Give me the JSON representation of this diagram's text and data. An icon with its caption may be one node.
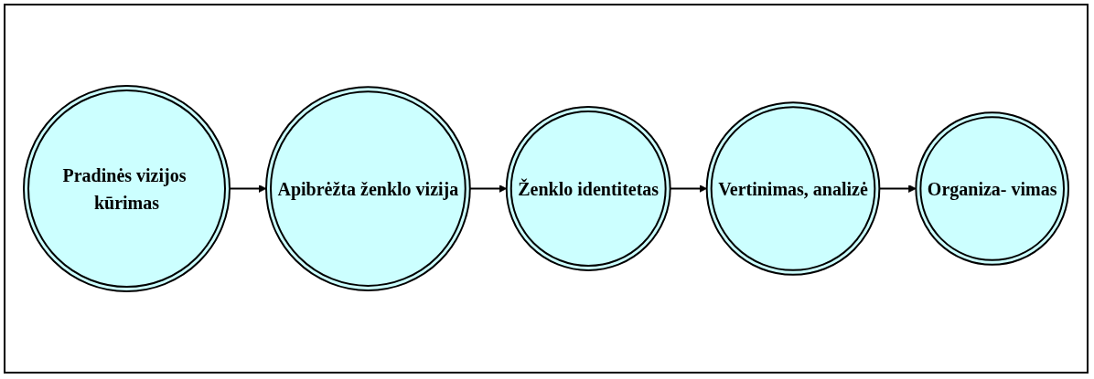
{
  "diagram": {
    "nodes": [
      {
        "text": [
          "Pradinės vizijos kūrimas"
        ]
      },
      {
        "text": [
          "Apibrėžta ženklo vizija"
        ]
      },
      {
        "text": [
          "Ženklo identitetas"
        ]
      },
      {
        "text": [
          "Vertinimas, analizė"
        ]
      },
      {
        "text": [
          "Organiza- vimas"
        ]
      }
    ],
    "edges": [
      {
        "from": 0,
        "to": 1,
        "arrow": "to"
      },
      {
        "from": 1,
        "to": 2,
        "arrow": "to"
      },
      {
        "from": 2,
        "to": 3,
        "arrow": "to"
      },
      {
        "from": 3,
        "to": 4,
        "arrow": "to"
      }
    ]
  }
}
